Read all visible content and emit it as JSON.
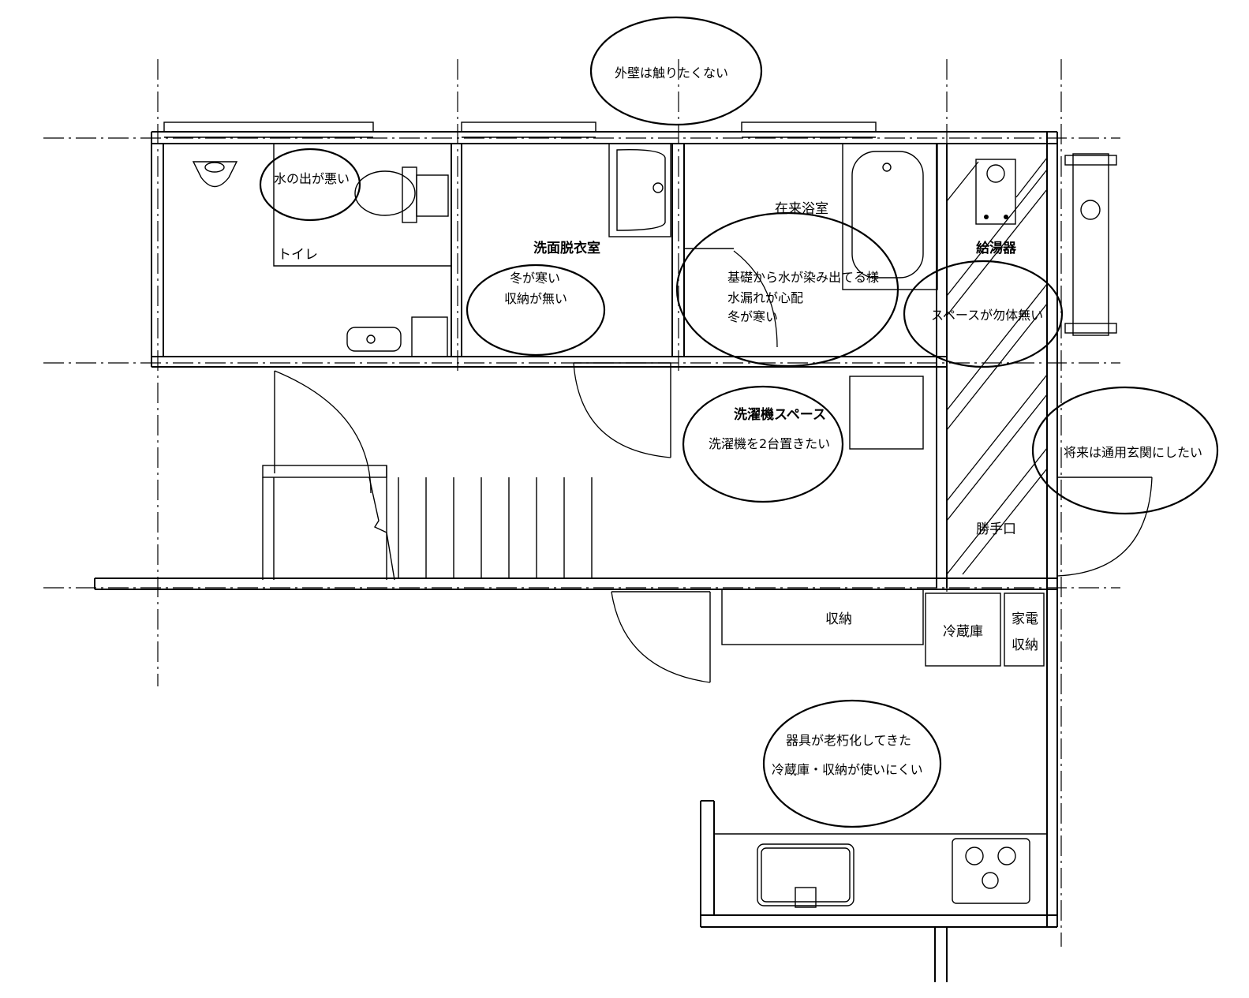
{
  "rooms": {
    "toilet": "トイレ",
    "washroom": "洗面脱衣室",
    "bathroom": "在来浴室",
    "water_heater": "給湯器",
    "laundry": "洗濯機スペース",
    "back_door": "勝手口",
    "storage": "収納",
    "fridge": "冷蔵庫",
    "appliance_storage_1": "家電",
    "appliance_storage_2": "収納"
  },
  "notes": {
    "exterior_wall": "外壁は触りたくない",
    "toilet_water": "水の出が悪い",
    "washroom_1": "冬が寒い",
    "washroom_2": "収納が無い",
    "bath_1": "基礎から水が染み出てる様",
    "bath_2": "水漏れが心配",
    "bath_3": "冬が寒い",
    "space": "スペースが勿体無い",
    "laundry": "洗濯機を2台置きたい",
    "entrance": "将来は通用玄関にしたい",
    "kitchen_1": "器具が老朽化してきた",
    "kitchen_2": "冷蔵庫・収納が使いにくい"
  }
}
